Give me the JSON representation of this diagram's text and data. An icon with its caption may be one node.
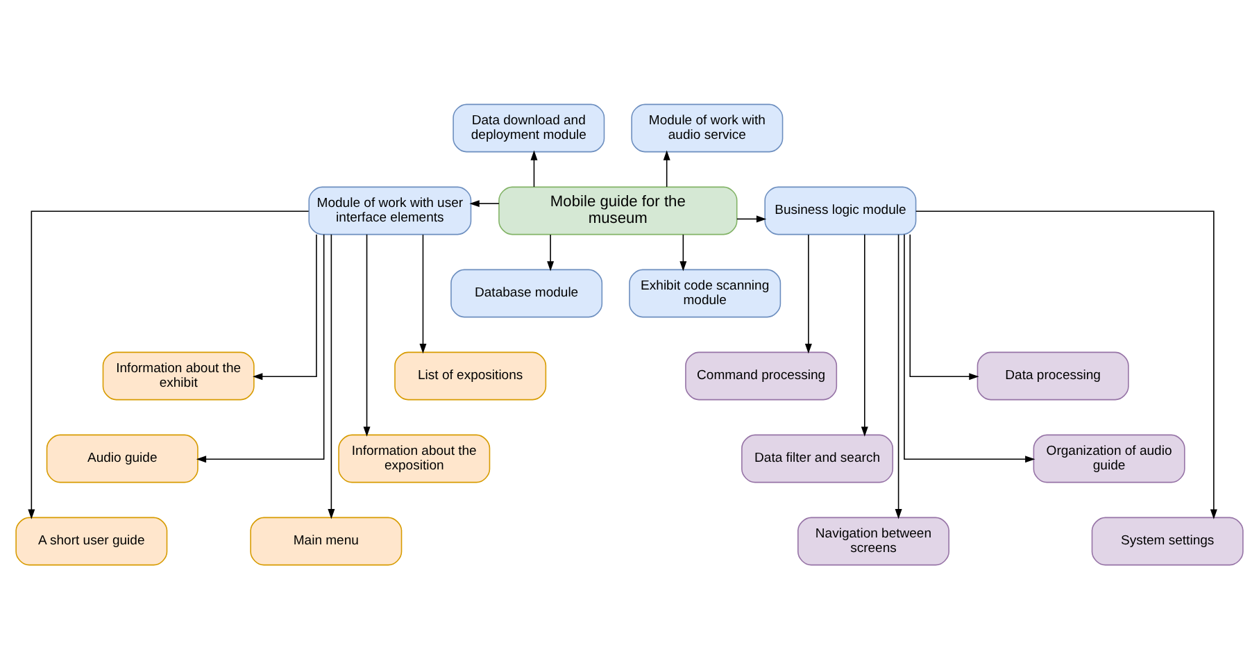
{
  "diagram": {
    "nodes": [
      {
        "text": [
          "Mobile guide for the museum"
        ]
      },
      {
        "text": [
          "Data download and deployment module"
        ]
      },
      {
        "text": [
          "Module of work with audio service"
        ]
      },
      {
        "text": [
          "Module of work with user interface elements"
        ]
      },
      {
        "text": [
          "Business logic module"
        ]
      },
      {
        "text": [
          "Database module"
        ]
      },
      {
        "text": [
          "Exhibit code scanning module"
        ]
      },
      {
        "text": [
          "List of expositions"
        ]
      },
      {
        "text": [
          "Information about the exhibit"
        ]
      },
      {
        "text": [
          "Information about the exposition"
        ]
      },
      {
        "text": [
          "Audio guide"
        ]
      },
      {
        "text": [
          "Main menu"
        ]
      },
      {
        "text": [
          "A short user guide"
        ]
      },
      {
        "text": [
          "Command processing"
        ]
      },
      {
        "text": [
          "Data processing"
        ]
      },
      {
        "text": [
          "Data filter and search"
        ]
      },
      {
        "text": [
          "Organization of audio guide"
        ]
      },
      {
        "text": [
          "Navigation between screens"
        ]
      },
      {
        "text": [
          "System settings"
        ]
      }
    ],
    "edges": [
      {
        "from": 0,
        "to": 1,
        "arrow": "to"
      },
      {
        "from": 0,
        "to": 2,
        "arrow": "to"
      },
      {
        "from": 0,
        "to": 3,
        "arrow": "to"
      },
      {
        "from": 0,
        "to": 4,
        "arrow": "to"
      },
      {
        "from": 0,
        "to": 5,
        "arrow": "to"
      },
      {
        "from": 0,
        "to": 6,
        "arrow": "to"
      },
      {
        "from": 3,
        "to": 7,
        "arrow": "to"
      },
      {
        "from": 3,
        "to": 8,
        "arrow": "to"
      },
      {
        "from": 3,
        "to": 9,
        "arrow": "to"
      },
      {
        "from": 3,
        "to": 10,
        "arrow": "to"
      },
      {
        "from": 3,
        "to": 11,
        "arrow": "to"
      },
      {
        "from": 3,
        "to": 12,
        "arrow": "to"
      },
      {
        "from": 4,
        "to": 13,
        "arrow": "to"
      },
      {
        "from": 4,
        "to": 14,
        "arrow": "to"
      },
      {
        "from": 4,
        "to": 15,
        "arrow": "to"
      },
      {
        "from": 4,
        "to": 16,
        "arrow": "to"
      },
      {
        "from": 4,
        "to": 17,
        "arrow": "to"
      },
      {
        "from": 4,
        "to": 18,
        "arrow": "to"
      }
    ]
  }
}
